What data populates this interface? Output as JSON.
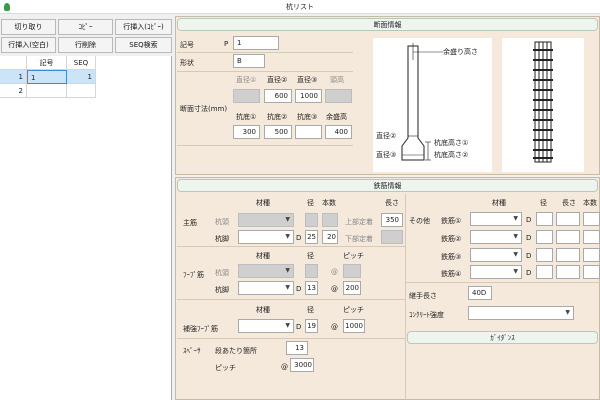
{
  "window": {
    "title": "杭リスト"
  },
  "toolbar": {
    "cut": "切り取り",
    "copy": "ｺﾋﾟｰ",
    "insert_copy": "行挿入(ｺﾋﾟｰ)",
    "insert_blank": "行挿入(空白)",
    "delete_row": "行削除",
    "seq_search": "SEQ検索"
  },
  "grid": {
    "headers": [
      "記号",
      "SEQ"
    ],
    "rows": [
      {
        "num": "1",
        "kigo": "1",
        "seq": "1"
      },
      {
        "num": "2",
        "kigo": "",
        "seq": ""
      }
    ]
  },
  "section": {
    "header": "断面情報",
    "kigo_label": "記号",
    "kigo_prefix": "P",
    "kigo_value": "1",
    "shape_label": "形状",
    "shape_value": "B",
    "dims_label": "断面寸法(mm)",
    "dims_headers": [
      "直径①",
      "直径②",
      "直径③",
      "頭高"
    ],
    "dims_values": [
      "",
      "600",
      "1000",
      ""
    ],
    "dims2_headers": [
      "抗底①",
      "抗底②",
      "抗底③",
      "余盛高"
    ],
    "dims2_values": [
      "300",
      "500",
      "",
      "400"
    ],
    "diagram": {
      "top_label": "余盛り高さ",
      "d2": "直径②",
      "d3": "直径③",
      "h1": "杭底高さ①",
      "h2": "杭底高さ②"
    }
  },
  "rebar": {
    "header": "鉄筋情報",
    "main": {
      "label": "主筋",
      "col_material": "材種",
      "col_dia": "径",
      "col_count": "本数",
      "col_len": "長さ",
      "head_label": "杭頭",
      "foot_label": "杭脚",
      "d": "D",
      "foot_dia": "25",
      "foot_count": "20",
      "upper_anchor": "上部定着",
      "upper_anchor_value": "350",
      "lower_anchor": "下部定着"
    },
    "hoop": {
      "label": "ﾌｰﾌﾟ筋",
      "col_material": "材種",
      "col_dia": "径",
      "col_pitch": "ピッチ",
      "head_label": "杭頭",
      "foot_label": "杭脚",
      "d": "D",
      "at": "@",
      "foot_dia": "13",
      "foot_pitch": "200"
    },
    "reinf": {
      "label": "補強ﾌｰﾌﾟ筋",
      "col_material": "材種",
      "col_dia": "径",
      "col_pitch": "ピッチ",
      "d": "D",
      "at": "@",
      "dia": "19",
      "pitch": "1000"
    },
    "spacer": {
      "label": "ｽﾍﾟｰｻ",
      "per_stage": "段あたり箇所",
      "per_stage_value": "13",
      "pitch_label": "ピッチ",
      "at": "@",
      "pitch_value": "3000"
    },
    "other": {
      "label": "その他",
      "col_material": "材種",
      "col_dia": "径",
      "col_len": "長さ",
      "col_count": "本数",
      "items": [
        "鉄筋①",
        "鉄筋②",
        "鉄筋③",
        "鉄筋④"
      ],
      "d": "D"
    },
    "joint_label": "継手長さ",
    "joint_value": "40D",
    "concrete_label": "ｺﾝｸﾘｰﾄ強度"
  },
  "guidance": {
    "header": "ｶﾞｲﾀﾞﾝｽ"
  }
}
